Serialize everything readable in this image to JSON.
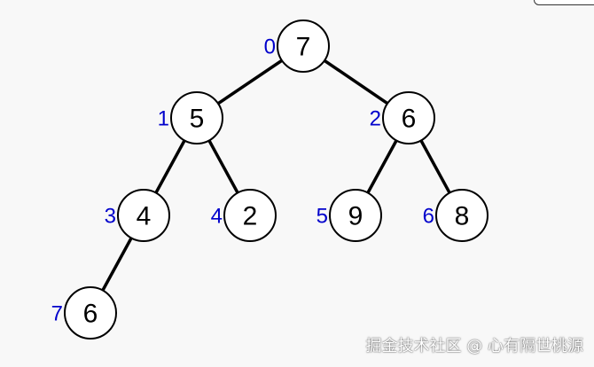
{
  "tree": {
    "index_color": "#0000cc",
    "nodes": [
      {
        "index": "0",
        "value": "7"
      },
      {
        "index": "1",
        "value": "5"
      },
      {
        "index": "2",
        "value": "6"
      },
      {
        "index": "3",
        "value": "4"
      },
      {
        "index": "4",
        "value": "2"
      },
      {
        "index": "5",
        "value": "9"
      },
      {
        "index": "6",
        "value": "8"
      },
      {
        "index": "7",
        "value": "6"
      }
    ],
    "edges": [
      [
        0,
        1
      ],
      [
        0,
        2
      ],
      [
        1,
        3
      ],
      [
        1,
        4
      ],
      [
        2,
        5
      ],
      [
        2,
        6
      ],
      [
        3,
        7
      ]
    ]
  },
  "watermark": {
    "text": "掘金技术社区 @ 心有隔世桃源"
  }
}
